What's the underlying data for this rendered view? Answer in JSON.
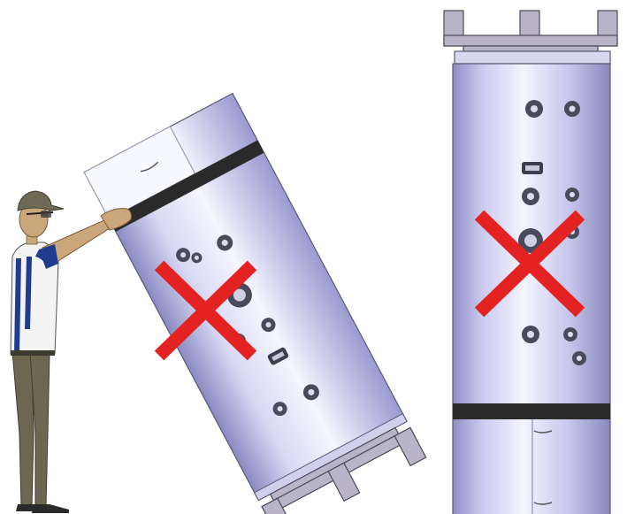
{
  "scene": {
    "description_free": true,
    "colors": {
      "background": "#ffffff",
      "cylinder_light": "#f4f4ff",
      "cylinder_mid": "#c9c9ef",
      "cylinder_dark": "#8e8ec4",
      "band": "#2a2a2a",
      "cross": "#e52222",
      "fitting_dark": "#3a3a4a",
      "skin": "#c9a77a",
      "shirt_white": "#f4f4f4",
      "shirt_blue": "#1f3c8f",
      "trousers": "#6b6750",
      "cap": "#6f6a55",
      "shoes": "#2b2b2b"
    },
    "icons": [
      "person-figure",
      "tilted-cylinder",
      "upright-cylinder",
      "red-cross-mark"
    ]
  }
}
